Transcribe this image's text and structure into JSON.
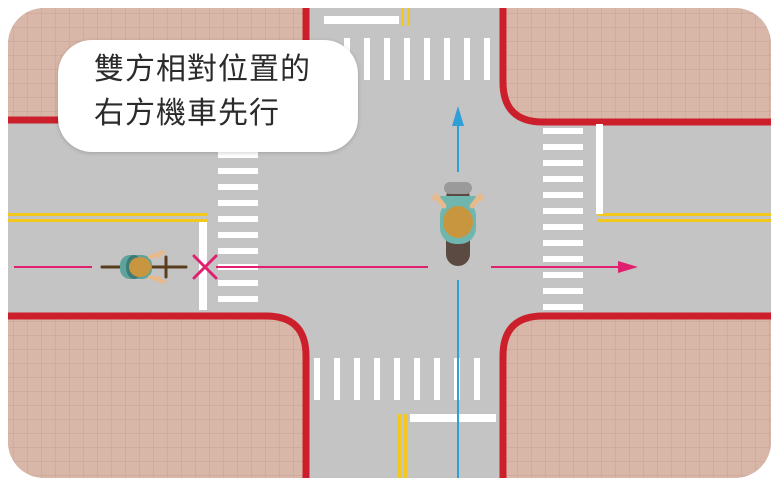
{
  "caption": {
    "line1": "雙方相對位置的",
    "line2": "右方機車先行"
  },
  "scene": {
    "road_color": "#c4c4c4",
    "sidewalk_color": "#d9b7a8",
    "curb_color": "#cc1f2c",
    "center_line_color": "#f2c81c",
    "stop_line_color": "#ffffff",
    "left_rider_path_color": "#e0206f",
    "right_rider_path_color": "#2f9fd8",
    "conflict_marker_color": "#e0206f",
    "conflict_marker": "cross-mark",
    "left_vehicle": "bicycle-rider",
    "right_vehicle": "motorcycle-rider"
  }
}
